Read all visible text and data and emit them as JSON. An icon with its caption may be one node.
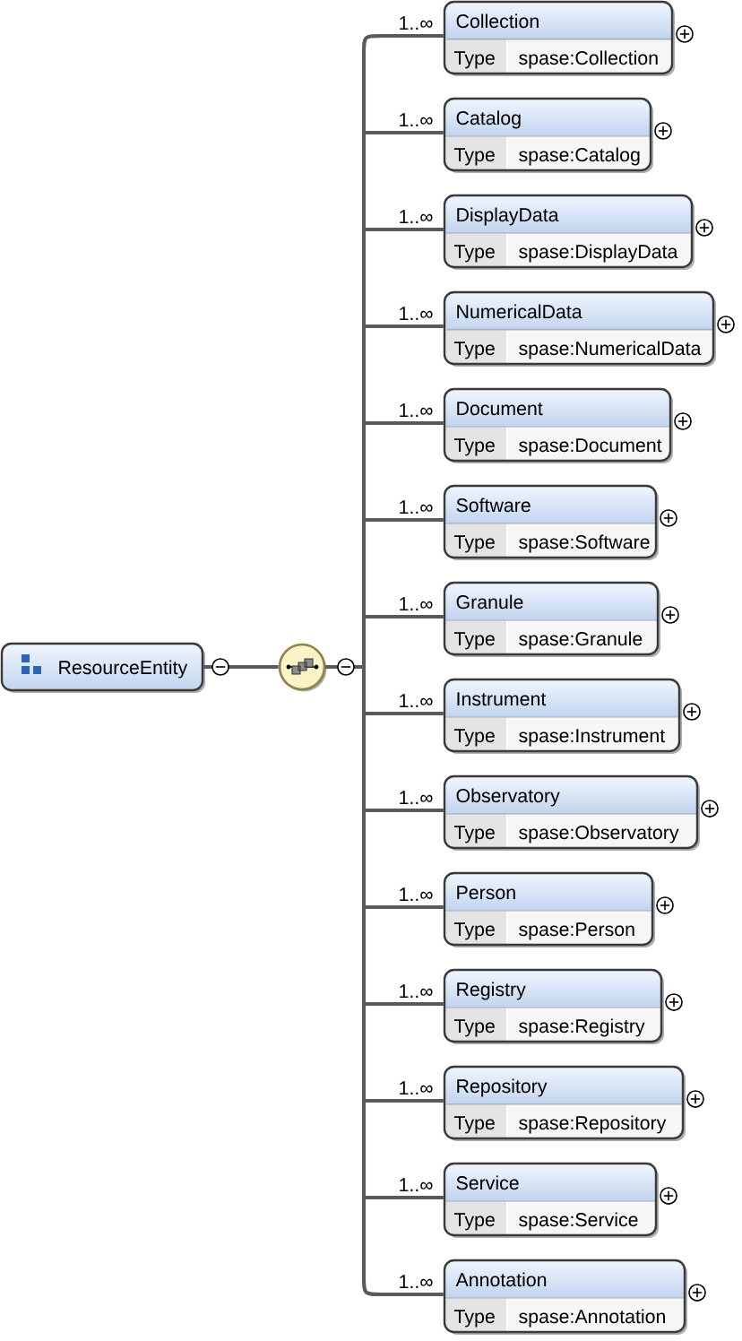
{
  "diagram": {
    "nodes": [
      {
        "text": [
          "ResourceEntity"
        ]
      },
      {
        "text": [],
        "shape": "circle"
      },
      {
        "text": [
          "Collection",
          "Type",
          "spase:Collection"
        ]
      },
      {
        "text": [
          "Catalog",
          "Type",
          "spase:Catalog"
        ]
      },
      {
        "text": [
          "DisplayData",
          "Type",
          "spase:DisplayData"
        ]
      },
      {
        "text": [
          "NumericalData",
          "Type",
          "spase:NumericalData"
        ]
      },
      {
        "text": [
          "Document",
          "Type",
          "spase:Document"
        ]
      },
      {
        "text": [
          "Software",
          "Type",
          "spase:Software"
        ]
      },
      {
        "text": [
          "Granule",
          "Type",
          "spase:Granule"
        ]
      },
      {
        "text": [
          "Instrument",
          "Type",
          "spase:Instrument"
        ]
      },
      {
        "text": [
          "Observatory",
          "Type",
          "spase:Observatory"
        ]
      },
      {
        "text": [
          "Person",
          "Type",
          "spase:Person"
        ]
      },
      {
        "text": [
          "Registry",
          "Type",
          "spase:Registry"
        ]
      },
      {
        "text": [
          "Repository",
          "Type",
          "spase:Repository"
        ]
      },
      {
        "text": [
          "Service",
          "Type",
          "spase:Service"
        ]
      },
      {
        "text": [
          "Annotation",
          "Type",
          "spase:Annotation"
        ]
      }
    ],
    "edges": [
      {
        "from": 0,
        "to": 1,
        "arrow": "none"
      },
      {
        "from": 1,
        "to": 2,
        "arrow": "none",
        "label": "1..∞"
      },
      {
        "from": 1,
        "to": 3,
        "arrow": "none",
        "label": "1..∞"
      },
      {
        "from": 1,
        "to": 4,
        "arrow": "none",
        "label": "1..∞"
      },
      {
        "from": 1,
        "to": 5,
        "arrow": "none",
        "label": "1..∞"
      },
      {
        "from": 1,
        "to": 6,
        "arrow": "none",
        "label": "1..∞"
      },
      {
        "from": 1,
        "to": 7,
        "arrow": "none",
        "label": "1..∞"
      },
      {
        "from": 1,
        "to": 8,
        "arrow": "none",
        "label": "1..∞"
      },
      {
        "from": 1,
        "to": 9,
        "arrow": "none",
        "label": "1..∞"
      },
      {
        "from": 1,
        "to": 10,
        "arrow": "none",
        "label": "1..∞"
      },
      {
        "from": 1,
        "to": 11,
        "arrow": "none",
        "label": "1..∞"
      },
      {
        "from": 1,
        "to": 12,
        "arrow": "none",
        "label": "1..∞"
      },
      {
        "from": 1,
        "to": 13,
        "arrow": "none",
        "label": "1..∞"
      },
      {
        "from": 1,
        "to": 14,
        "arrow": "none",
        "label": "1..∞"
      },
      {
        "from": 1,
        "to": 15,
        "arrow": "none",
        "label": "1..∞"
      }
    ]
  }
}
